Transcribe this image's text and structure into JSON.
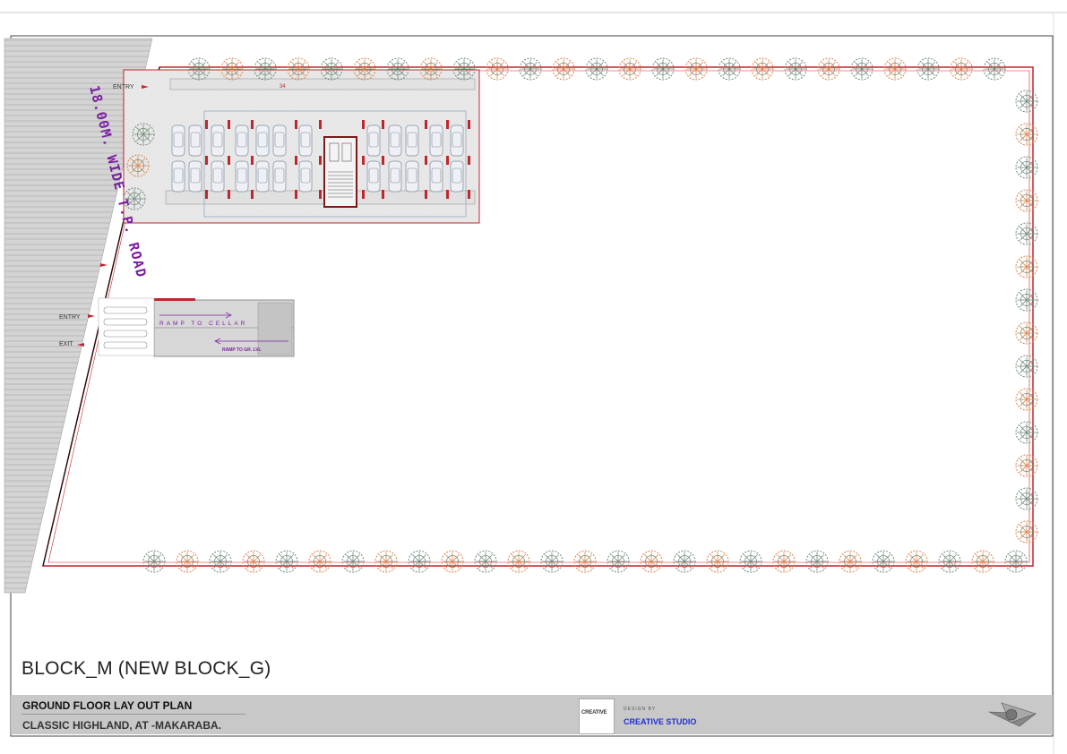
{
  "drawing": {
    "road_label": "18.00M. WIDE T.P. ROAD",
    "entry_label_top": "ENTRY",
    "entry_label_mid": "ENTRY",
    "exit_label": "EXIT",
    "parking_number": "34",
    "ramp_down_label": "RAMP TO CELLAR",
    "ramp_up_label": "RAMP TO GR. LVL"
  },
  "title_block": {
    "block_name": "BLOCK_M (NEW BLOCK_G)",
    "plan_title": "GROUND FLOOR LAY OUT  PLAN",
    "project": "CLASSIC HIGHLAND,   AT -MAKARABA.",
    "logo_text": "CREATIVE",
    "design_by": "DESIGN BY",
    "studio": "CREATIVE  STUDIO"
  },
  "icons": {
    "compass": "north-arrow-icon",
    "tree": "tree-icon",
    "car": "car-icon"
  },
  "colors": {
    "boundary": "#c0262d",
    "road_text": "#7b1fa2",
    "tree_green": "#6f8a76",
    "tree_orange": "#d9834a",
    "studio_blue": "#1f2fd8",
    "title_bar": "#c8c8c8"
  }
}
